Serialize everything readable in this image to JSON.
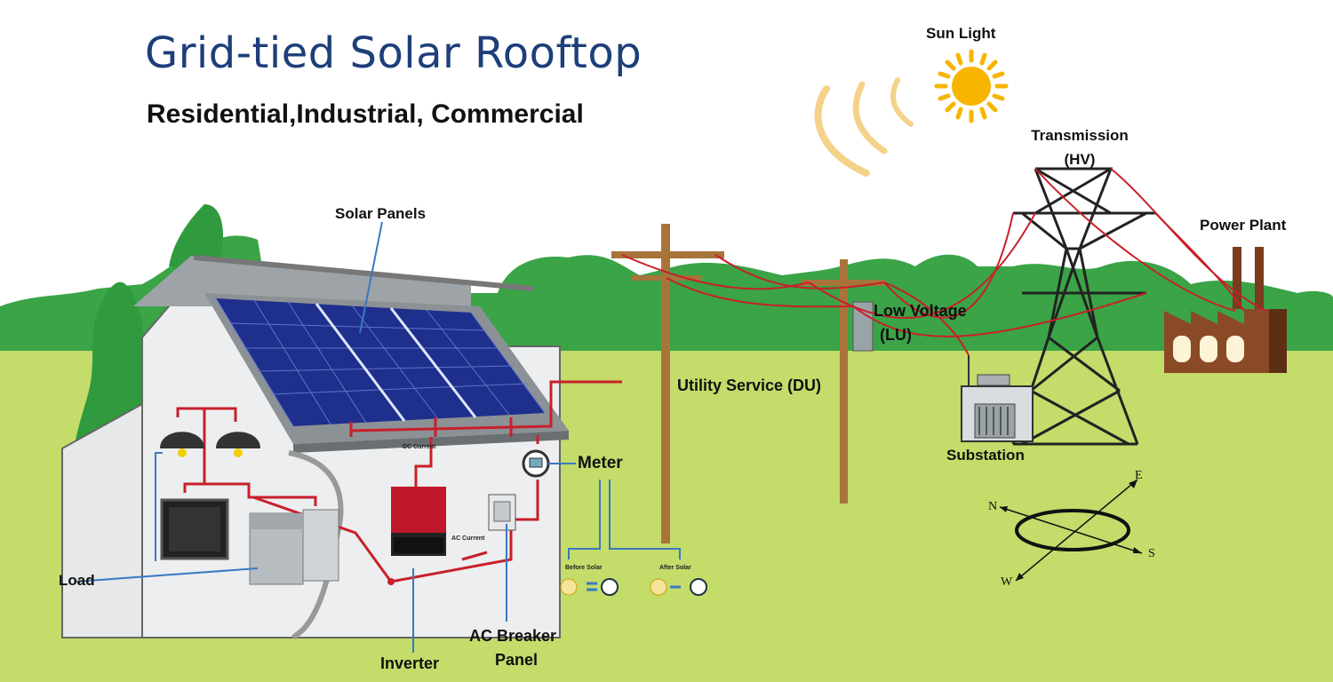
{
  "title": "Grid-tied Solar Rooftop",
  "subtitle": "Residential,Industrial, Commercial",
  "labels": {
    "sun_light": "Sun Light",
    "transmission": "Transmission",
    "hv": "(HV)",
    "power_plant": "Power Plant",
    "solar_panels": "Solar Panels",
    "low_voltage": "Low Voltage",
    "lu": "(LU)",
    "utility_service": "Utility Service (DU)",
    "substation": "Substation",
    "meter": "Meter",
    "load": "Load",
    "ac_breaker": "AC Breaker",
    "panel": "Panel",
    "inverter": "Inverter",
    "dc_current": "DC Current",
    "ac_current": "AC Current",
    "before_solar": "Before Solar",
    "after_solar": "After Solar"
  },
  "compass": {
    "n": "N",
    "e": "E",
    "s": "S",
    "w": "W"
  },
  "colors": {
    "title": "#1d3f7a",
    "grass": "#c3dc6a",
    "hills": "#3aa447",
    "wire": "#c8202a",
    "pole": "#a8743a",
    "panel": "#1f2f8c",
    "sun": "#f7b500"
  }
}
